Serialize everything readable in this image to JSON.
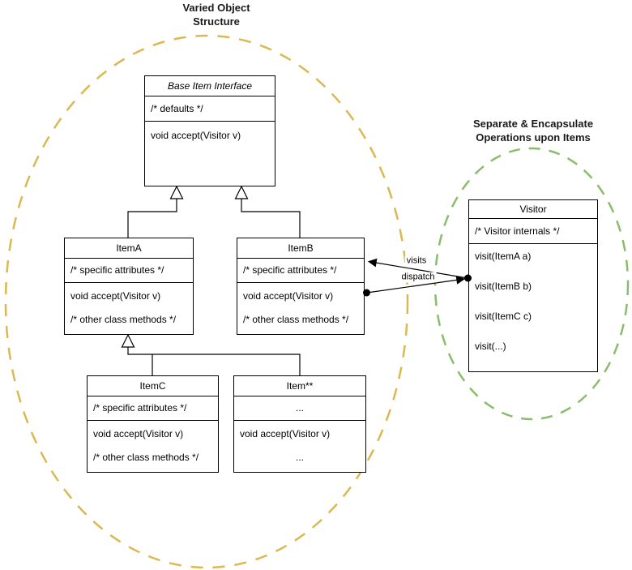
{
  "diagram": {
    "left_group": {
      "title_line1": "Varied Object",
      "title_line2": "Structure",
      "ellipse_color": "#DBB851"
    },
    "right_group": {
      "title_line1": "Separate & Encapsulate",
      "title_line2": "Operations upon Items",
      "ellipse_color": "#8ABD6B"
    },
    "classes": {
      "base_item": {
        "name": "Base Item Interface",
        "fields": [
          "/* defaults */"
        ],
        "methods": [
          "void accept(Visitor v)"
        ]
      },
      "item_a": {
        "name": "ItemA",
        "fields": [
          "/* specific attributes */"
        ],
        "methods": [
          "void accept(Visitor v)",
          "/* other class methods */"
        ]
      },
      "item_b": {
        "name": "ItemB",
        "fields": [
          "/* specific attributes */"
        ],
        "methods": [
          "void accept(Visitor v)",
          "/* other class methods */"
        ]
      },
      "item_c": {
        "name": "ItemC",
        "fields": [
          "/* specific attributes */"
        ],
        "methods": [
          "void accept(Visitor v)",
          "/* other class methods */"
        ]
      },
      "item_star": {
        "name": "Item**",
        "fields": [
          "..."
        ],
        "methods": [
          "void accept(Visitor v)",
          "..."
        ]
      },
      "visitor": {
        "name": "Visitor",
        "fields": [
          "/* Visitor internals */"
        ],
        "methods": [
          "visit(ItemA a)",
          "visit(ItemB b)",
          "visit(ItemC c)",
          "visit(...)"
        ]
      }
    },
    "edges": {
      "visits_label": "visits",
      "dispatch_label": "dispatch"
    },
    "line_color": "#000000"
  }
}
